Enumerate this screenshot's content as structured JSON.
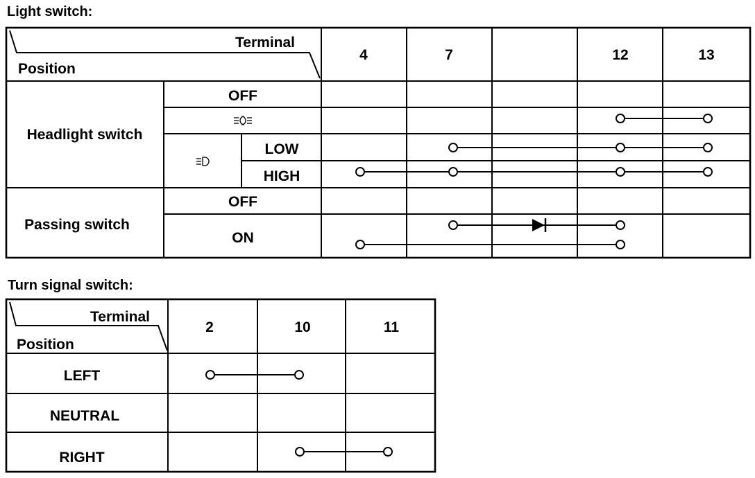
{
  "light_switch": {
    "title": "Light switch:",
    "header_terminal": "Terminal",
    "header_position": "Position",
    "terminals": [
      "4",
      "7",
      "",
      "12",
      "13"
    ],
    "headlight_label": "Headlight switch",
    "headlight_off": "OFF",
    "low_label": "LOW",
    "high_label": "HIGH",
    "passing_label": "Passing switch",
    "passing_off": "OFF",
    "passing_on": "ON"
  },
  "turn_signal": {
    "title": "Turn signal switch:",
    "header_terminal": "Terminal",
    "header_position": "Position",
    "terminals": [
      "2",
      "10",
      "11"
    ],
    "left_label": "LEFT",
    "neutral_label": "NEUTRAL",
    "right_label": "RIGHT"
  },
  "icons": {
    "parking_light": "parking-light-icon",
    "headlight_beam": "headlight-icon",
    "diode": "diode-icon"
  }
}
